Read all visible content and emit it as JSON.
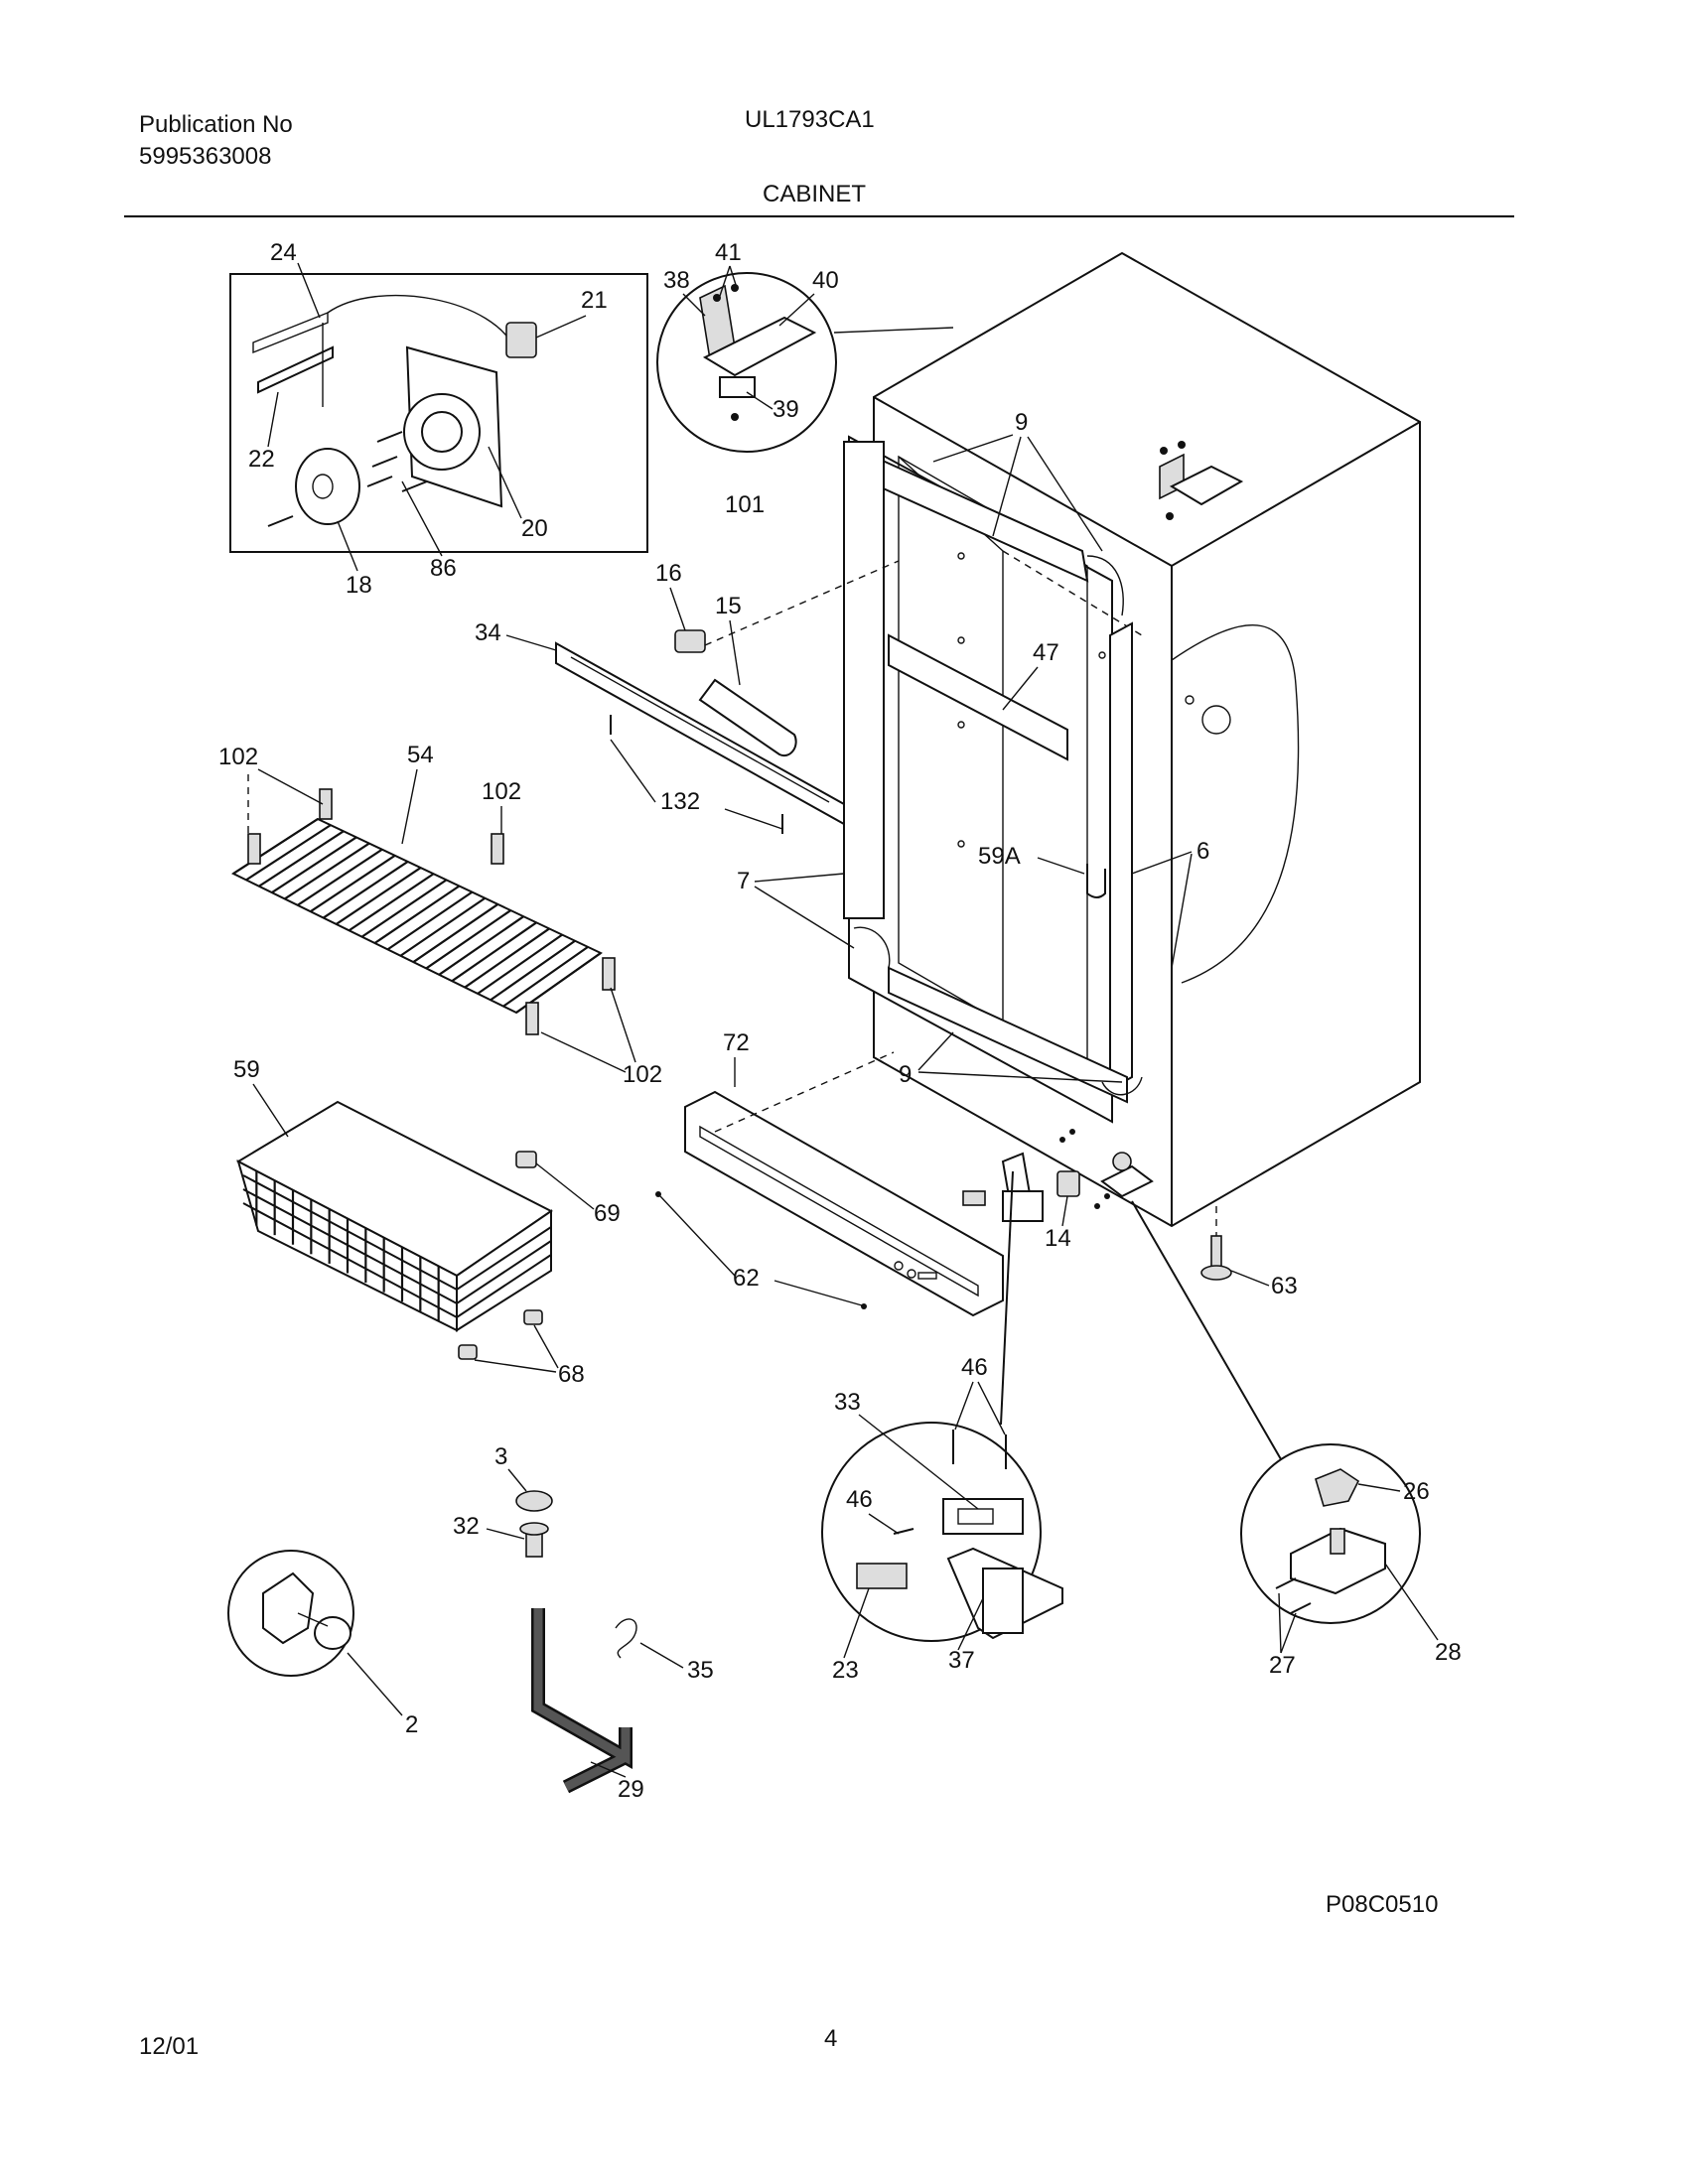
{
  "header": {
    "publication_label": "Publication No",
    "publication_number": "5995363008",
    "model": "UL1793CA1",
    "section": "CABINET"
  },
  "footer": {
    "date": "12/01",
    "page": "4",
    "drawing_code": "P08C0510"
  },
  "callouts": {
    "c24": "24",
    "c21": "21",
    "c22": "22",
    "c20": "20",
    "c18": "18",
    "c86": "86",
    "c41": "41",
    "c38": "38",
    "c40": "40",
    "c39": "39",
    "c101": "101",
    "c9a": "9",
    "c9b": "9",
    "c16": "16",
    "c15": "15",
    "c34": "34",
    "c47": "47",
    "c102a": "102",
    "c54": "54",
    "c102b": "102",
    "c132": "132",
    "c59A": "59A",
    "c6": "6",
    "c7": "7",
    "c102c": "102",
    "c59": "59",
    "c72": "72",
    "c69": "69",
    "c14": "14",
    "c62": "62",
    "c63": "63",
    "c68": "68",
    "c46a": "46",
    "c33": "33",
    "c46b": "46",
    "c3": "3",
    "c26": "26",
    "c32": "32",
    "c35": "35",
    "c2": "2",
    "c23": "23",
    "c37": "37",
    "c27": "27",
    "c28": "28",
    "c29": "29"
  },
  "icons": [
    "parts-exploded-view"
  ]
}
